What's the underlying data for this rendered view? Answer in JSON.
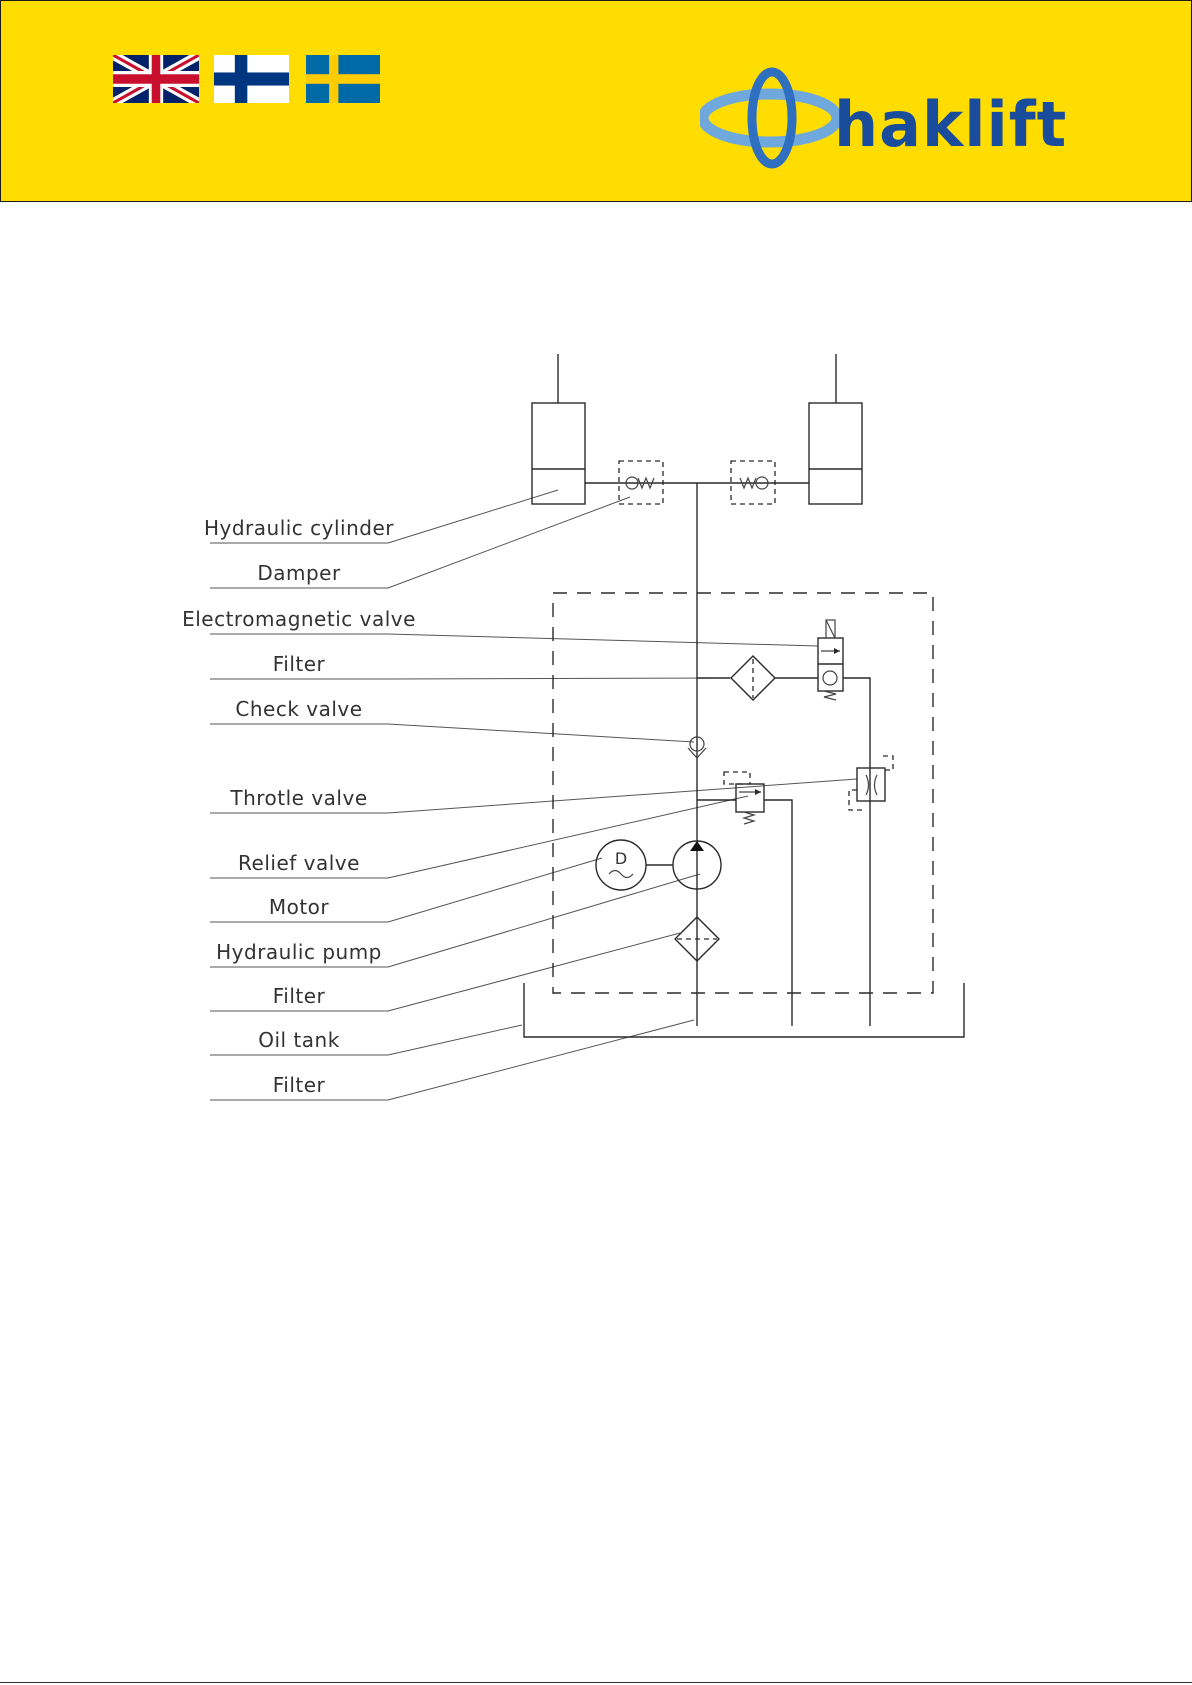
{
  "header": {
    "background_color": "#FFDD00",
    "logo_text": "haklift",
    "logo_color": "#1A4C9C",
    "logo_ring_color": "#2F6FC0",
    "logo_ellipse_color": "#6FA8DC",
    "flags": [
      {
        "icon": "uk-flag-icon",
        "colors": [
          "#012169",
          "#FFFFFF",
          "#C8102E"
        ]
      },
      {
        "icon": "finland-flag-icon",
        "colors": [
          "#FFFFFF",
          "#003580"
        ]
      },
      {
        "icon": "sweden-flag-icon",
        "colors": [
          "#006AA7",
          "#FECC00"
        ]
      }
    ]
  },
  "diagram": {
    "labels": [
      "Hydraulic cylinder",
      "Damper",
      "Electromagnetic valve",
      "Filter",
      "Check valve",
      "Throtle valve",
      "Relief valve",
      "Motor",
      "Hydraulic pump",
      "Filter",
      "Oil tank",
      "Filter"
    ],
    "motor_symbol_letter": "D"
  }
}
